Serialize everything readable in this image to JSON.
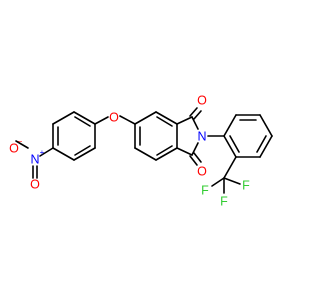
{
  "colors": {
    "background": "#ffffff",
    "bond": "#000000",
    "carbon": "#000000",
    "oxygen": "#ff0000",
    "nitrogen": "#0000ff",
    "fluorine": "#33cc33"
  },
  "atoms": {
    "nitro_n": "N",
    "nitro_n_charge": "+",
    "nitro_o_top": "O",
    "nitro_o_top_charge": "−",
    "nitro_o_bottom": "O",
    "ether_o": "O",
    "carbonyl_o_top": "O",
    "carbonyl_o_bottom": "O",
    "imide_n": "N",
    "fluorine_left": "F",
    "fluorine_middle": "F",
    "fluorine_right": "F"
  }
}
